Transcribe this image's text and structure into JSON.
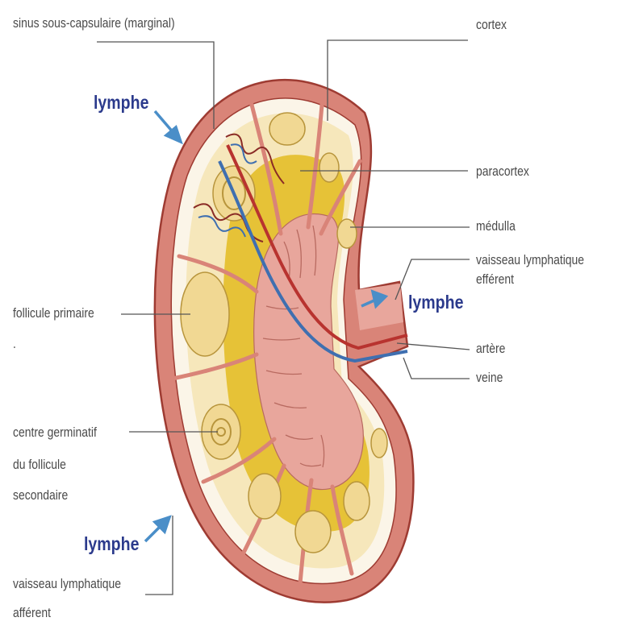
{
  "labels": {
    "sinus": "sinus sous-capsulaire (marginal)",
    "cortex": "cortex",
    "paracortex": "paracortex",
    "medulla": "médulla",
    "efferent_1": "vaisseau lymphatique",
    "efferent_2": "efférent",
    "artere": "artère",
    "veine": "veine",
    "follicule_primaire": "follicule primaire",
    "dot": ".",
    "germinatif_1": "centre germinatif",
    "germinatif_2": "du follicule",
    "germinatif_3": "secondaire",
    "afferent_1": "vaisseau lymphatique",
    "afferent_2": "afférent",
    "lymphe_top": "lymphe",
    "lymphe_right": "lymphe",
    "lymphe_bottom": "lymphe"
  },
  "colors": {
    "capsule": "#d98478",
    "capsule_edge": "#9e3b32",
    "sinus": "#fbf5e8",
    "cortex_fill": "#f6e7bb",
    "paracortex": "#e6c237",
    "follicle": "#f1d893",
    "follicle_edge": "#b8953c",
    "medulla": "#e8a69c",
    "artery": "#b8332f",
    "vein": "#3f6fb0",
    "lymph_text": "#2b3a8c",
    "arrow": "#4a8ec8",
    "label_text": "#4a4a4a",
    "leader": "#555555"
  }
}
